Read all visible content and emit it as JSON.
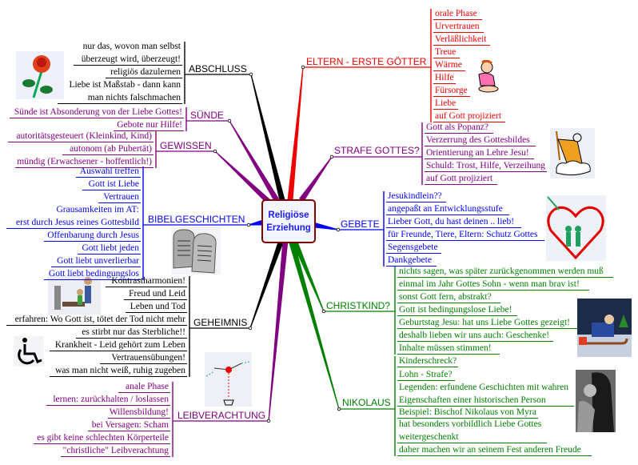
{
  "center": {
    "title": "Religiöse\nErziehung"
  },
  "branches": [
    {
      "id": "eltern",
      "label": "ELTERN - ERSTE GÖTTER",
      "color": "#ee0000",
      "items": [
        "orale Phase",
        "Urvertrauen",
        "Verläßlichkeit",
        "Treue",
        "Wärme",
        "Hilfe",
        "Fürsorge",
        "Liebe",
        "auf Gott projiziert"
      ]
    },
    {
      "id": "strafe",
      "label": "STRAFE GOTTES?",
      "color": "#800080",
      "items": [
        "Gott als Popanz?",
        "Verzerrung des Gottesbildes",
        "Orientierung an Lehre Jesu!",
        "Schuld: Trost, Hilfe, Verzeihung",
        "auf Gott projiziert"
      ]
    },
    {
      "id": "gebete",
      "label": "GEBETE",
      "color": "#0000ff",
      "items": [
        "Jesukindlein??",
        "angepaßt an Entwicklungsstufe",
        "Lieber Gott, du hast deinen .. lieb!",
        "für Freunde, Tiere, Eltern: Schutz Gottes",
        "Segensgebete",
        "Dankgebete"
      ]
    },
    {
      "id": "christkind",
      "label": "CHRISTKIND?",
      "color": "#008000",
      "items": [
        "nichts sagen, was später zurückgenommen werden muß",
        "einmal im Jahr Gottes Sohn - wenn man brav ist!",
        "sonst Gott fern, abstrakt?",
        "Gott ist bedingungslose Liebe!",
        "Geburtstag Jesu: hat uns Liebe Gottes gezeigt!",
        "deshalb lieben wir uns auch: Geschenke!",
        "Inhalte müssen stimmen!"
      ]
    },
    {
      "id": "nikolaus",
      "label": "NIKOLAUS",
      "color": "#008000",
      "items": [
        "Kinderschreck?",
        "Lohn - Strafe?",
        "Legenden: erfundene Geschichten mit wahren\nEigenschaften einer historischen Person",
        "Beispiel: Bischof Nikolaus von Myra",
        "hat besonders vorbildlich Liebe Gottes\nweitergeschenkt",
        "daher machen wir an seinem Fest anderen Freude"
      ]
    },
    {
      "id": "abschluss",
      "label": "ABSCHLUSS",
      "color": "#000000",
      "items": [
        "nur das, wovon man selbst\nüberzeugt wird, überzeugt!",
        "religiös dazulernen",
        "Liebe ist Maßstab - dann kann\nman nichts falschmachen"
      ]
    },
    {
      "id": "suende",
      "label": "SÜNDE",
      "color": "#800080",
      "items": [
        "Sünde ist Absonderung von der Liebe Gottes!",
        "Gebote nur Hilfe!"
      ]
    },
    {
      "id": "gewissen",
      "label": "GEWISSEN",
      "color": "#800080",
      "items": [
        "autoritätsgesteuert (Kleinkind, Kind)",
        "autonom (ab Pubertät)",
        "mündig (Erwachsener - hoffentlich!)"
      ]
    },
    {
      "id": "bibel",
      "label": "BIBELGESCHICHTEN",
      "color": "#0000ff",
      "items": [
        "Auswahl treffen",
        "Gott ist Liebe",
        "Vertrauen",
        "Grausamkeiten im AT:\nerst durch Jesus reines Gottesbild",
        "Offenbarung durch Jesus",
        "Gott liebt jeden",
        "Gott liebt unverlierbar",
        "Gott liebt bedingungslos"
      ]
    },
    {
      "id": "geheimnis",
      "label": "GEHEIMNIS",
      "color": "#000000",
      "items": [
        "Kontrastharmonien!",
        "Freud und Leid",
        "Leben und Tod",
        "erfahren: Wo Gott ist, tötet der Tod nicht mehr",
        "es stirbt nur das Sterbliche!!",
        "Krankheit - Leid gehört zum Leben",
        "Vertrauensübungen!",
        "was man nicht weiß, ruhig zugeben"
      ]
    },
    {
      "id": "leib",
      "label": "LEIBVERACHTUNG",
      "color": "#800080",
      "items": [
        "anale Phase",
        "lernen: zurückhalten / loslassen",
        "Willensbildung!",
        "bei Versagen: Scham",
        "es gibt keine schlechten Körperteile",
        "\"christliche\" Leibverachtung"
      ]
    }
  ],
  "images": [
    "rose-icon",
    "stone-tablets-icon",
    "family-icon",
    "wheelchair-icon",
    "stick-figure-icon",
    "baby-icon",
    "god-on-cloud-icon",
    "heart-icon",
    "sled-icon",
    "nikolaus-icon"
  ]
}
